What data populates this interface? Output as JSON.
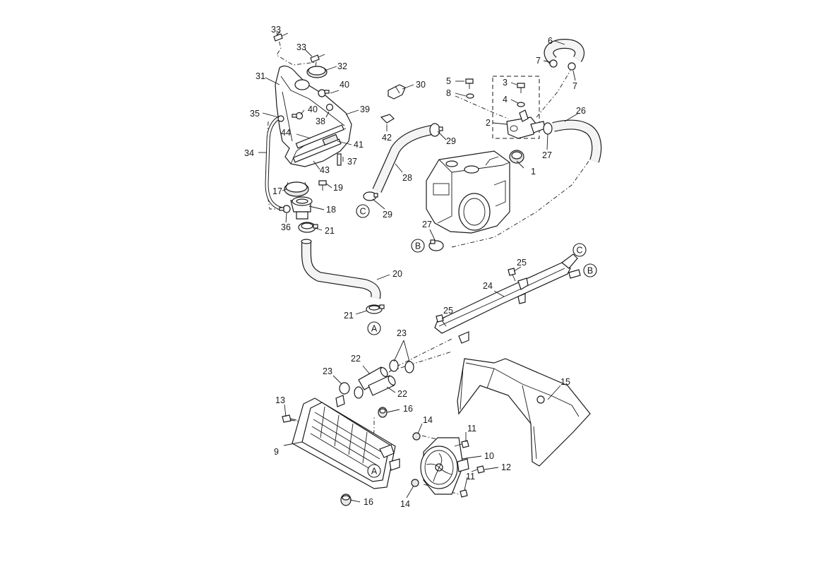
{
  "callouts": {
    "c1": "1",
    "c2": "2",
    "c3": "3",
    "c4": "4",
    "c5": "5",
    "c6": "6",
    "c7a": "7",
    "c7b": "7",
    "c8": "8",
    "c9": "9",
    "c10": "10",
    "c11a": "11",
    "c11b": "11",
    "c12": "12",
    "c13": "13",
    "c14a": "14",
    "c14b": "14",
    "c15": "15",
    "c16a": "16",
    "c16b": "16",
    "c17": "17",
    "c18": "18",
    "c19": "19",
    "c20": "20",
    "c21a": "21",
    "c21b": "21",
    "c22a": "22",
    "c22b": "22",
    "c23a": "23",
    "c23b": "23",
    "c24": "24",
    "c25a": "25",
    "c25b": "25",
    "c26": "26",
    "c27a": "27",
    "c27b": "27",
    "c28": "28",
    "c29a": "29",
    "c29b": "29",
    "c30": "30",
    "c31": "31",
    "c32": "32",
    "c33a": "33",
    "c33b": "33",
    "c34": "34",
    "c35": "35",
    "c36": "36",
    "c37": "37",
    "c38": "38",
    "c39": "39",
    "c40a": "40",
    "c40b": "40",
    "c41": "41",
    "c42": "42",
    "c43": "43",
    "c44": "44"
  },
  "refs": {
    "a_upper": "A",
    "a_radiator": "A",
    "b_hose": "B",
    "b_pipe": "B",
    "c_hose": "C",
    "c_pipe": "C"
  }
}
